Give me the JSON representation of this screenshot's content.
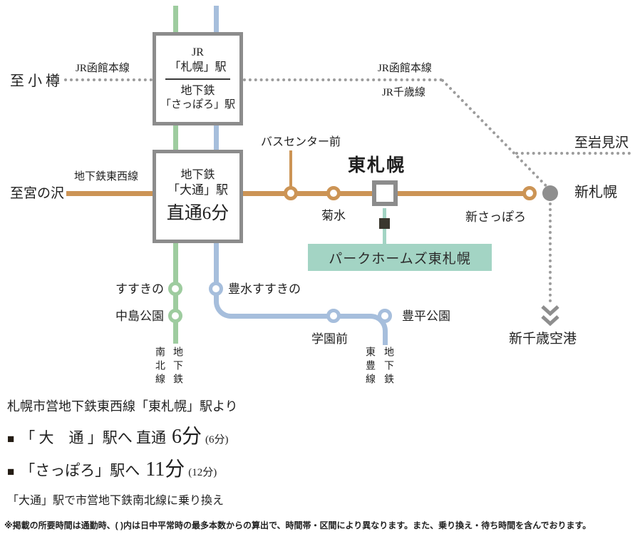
{
  "colors": {
    "tozai_line": "#CC9455",
    "namboku_line": "#9ECC9F",
    "toho_line": "#A6BEDC",
    "jr_dotted": "#9C9C9C",
    "station_box_border": "#8C8C8C",
    "highlight_box": "#A3D4C4",
    "location_marker": "#3A372E"
  },
  "map": {
    "to_otaru": "至 小 樽",
    "jr_hakodate_left": "JR函館本線",
    "jr_hakodate_right": "JR函館本線",
    "jr_chitose": "JR千歳線",
    "to_iwamizawa": "至岩見沢",
    "to_miyanosawa": "至宮の沢",
    "tozai_line_label": "地下鉄東西線",
    "sapporo_station_box": {
      "line1": "JR",
      "line2": "「札幌」駅",
      "line3": "地下鉄",
      "line4": "「さっぽろ」駅"
    },
    "odori_station_box": {
      "line1": "地下鉄",
      "line2": "「大通」駅",
      "line3": "直通6分"
    },
    "bus_center_mae": "バスセンター前",
    "kikusui": "菊水",
    "higashi_sapporo": "東札幌",
    "shin_sapporo_subway": "新さっぽろ",
    "shin_sapporo_jr": "新札幌",
    "new_chitose_airport": "新千歳空港",
    "park_homes": "パークホームズ東札幌",
    "susukino": "すすきの",
    "nakajima_koen": "中島公園",
    "hosui_susukino": "豊水すすきの",
    "gakuen_mae": "学園前",
    "toyohira_koen": "豊平公園",
    "namboku_line_label": "南北線",
    "namboku_chikatetsu_label": "地下鉄",
    "toho_line_label": "東豊線",
    "toho_chikatetsu_label": "地下鉄"
  },
  "info": {
    "heading": "札幌市営地下鉄東西線「東札幌」駅より",
    "route1": {
      "bullet": "■",
      "label": "「 大　通 」駅へ 直通",
      "time": "6分",
      "alt": "(6分)"
    },
    "route2": {
      "bullet": "■",
      "label": "「さっぽろ」駅へ",
      "time": "11分",
      "alt": "(12分)"
    },
    "transfer": "「大通」駅で市営地下鉄南北線に乗り換え",
    "note": "※掲載の所要時間は通勤時、( )内は日中平常時の最多本数からの算出で、時間帯・区間により異なります。また、乗り換え・待ち時間を含んでおります。"
  }
}
